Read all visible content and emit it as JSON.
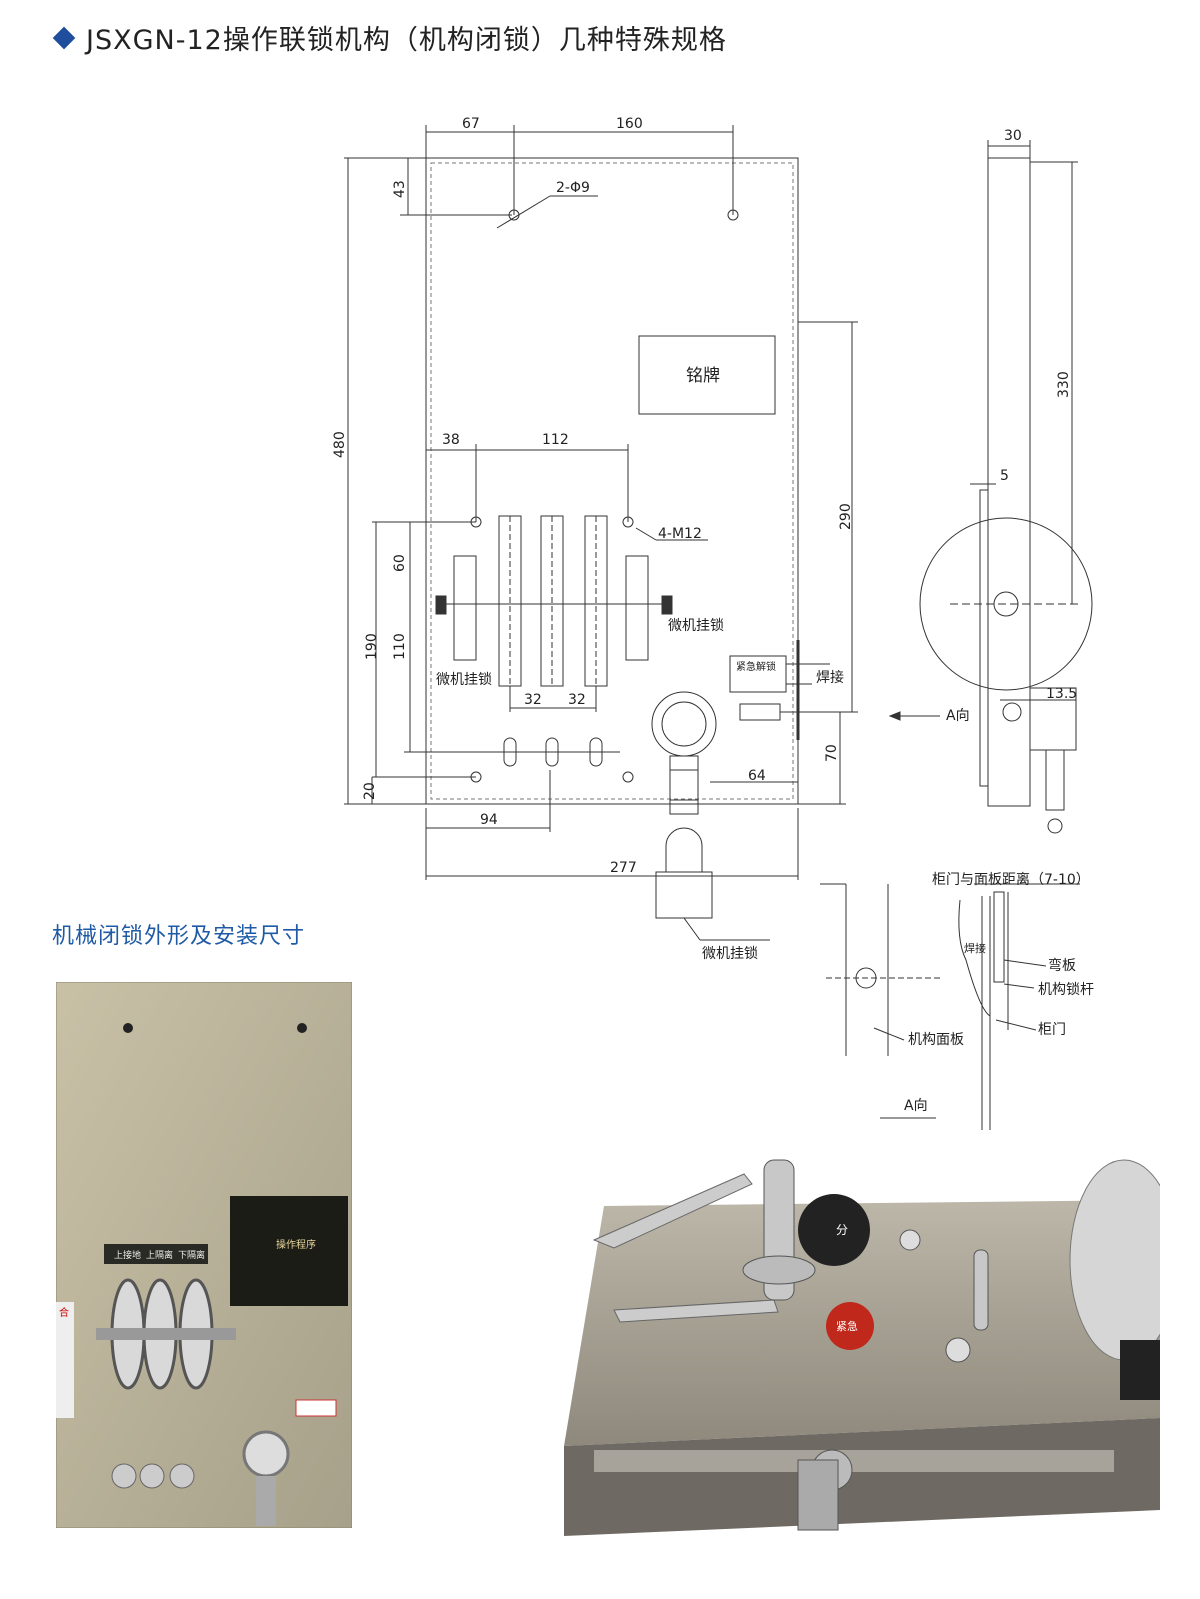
{
  "header": {
    "title": "JSXGN-12操作联锁机构（机构闭锁）几种特殊规格"
  },
  "section": {
    "subtitle": "机械闭锁外形及安装尺寸"
  },
  "front_view": {
    "dims": {
      "d67": "67",
      "d160": "160",
      "d43": "43",
      "d480": "480",
      "d38": "38",
      "d112": "112",
      "d60": "60",
      "d190": "190",
      "d110": "110",
      "d20": "20",
      "d32a": "32",
      "d32b": "32",
      "d94": "94",
      "d277": "277",
      "d290": "290",
      "d70": "70",
      "d64": "64"
    },
    "labels": {
      "holes_top": "2-Φ9",
      "nameplate": "铭牌",
      "holes_mid": "4-M12",
      "padlock_right": "微机挂锁",
      "padlock_left": "微机挂锁",
      "weld": "焊接",
      "padlock_bottom": "微机挂锁",
      "emergency": "紧急解锁",
      "dir_a": "A向"
    }
  },
  "side_view": {
    "dims": {
      "d30": "30",
      "d330": "330",
      "d5": "5",
      "d13_5": "13.5"
    }
  },
  "section_view": {
    "labels": {
      "gap": "柜门与面板距离（7-10）",
      "weld": "焊接",
      "bent_plate": "弯板",
      "lock_rod": "机构锁杆",
      "panel": "机构面板",
      "door": "柜门",
      "dir_a": "A向"
    }
  },
  "photo_left": {
    "plate_labels": [
      "上接地",
      "上隔离",
      "下隔离"
    ],
    "side_label": "合",
    "nameplate_title": "操作程序"
  },
  "photo_right": {
    "dial_label": "分",
    "red_label": "紧急"
  }
}
